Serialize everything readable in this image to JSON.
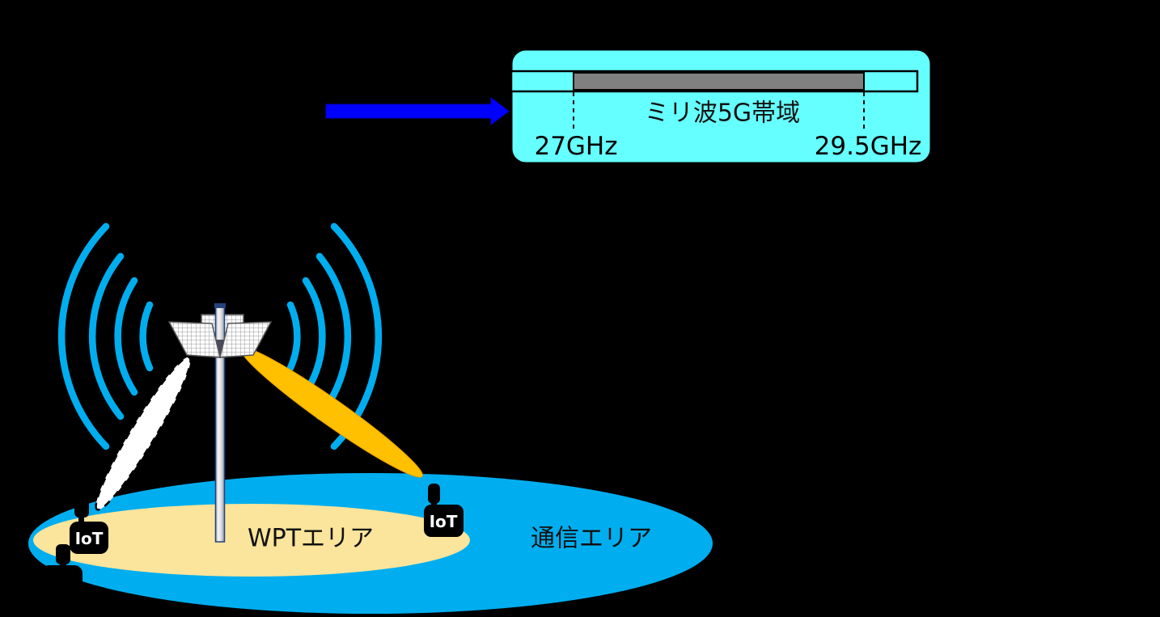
{
  "frequency_panel": {
    "band_label": "ミリ波5G帯域",
    "freq_start": "27GHz",
    "freq_end": "29.5GHz"
  },
  "areas": {
    "wpt_label": "WPTエリア",
    "comm_label": "通信エリア"
  },
  "devices": {
    "iot_left_label": "IoT",
    "iot_right_label": "IoT"
  },
  "colors": {
    "background": "#000000",
    "panel_cyan": "#66FFFF",
    "band_gray": "#808080",
    "arrow_blue": "#0000FF",
    "radio_wave_blue": "#00AEEF",
    "comm_area_blue": "#00AEEF",
    "wpt_area_beige": "#FBE49B",
    "power_beam_orange": "#FFC000",
    "wpt_beam_white": "#FFFFFF",
    "device_black": "#000000"
  }
}
